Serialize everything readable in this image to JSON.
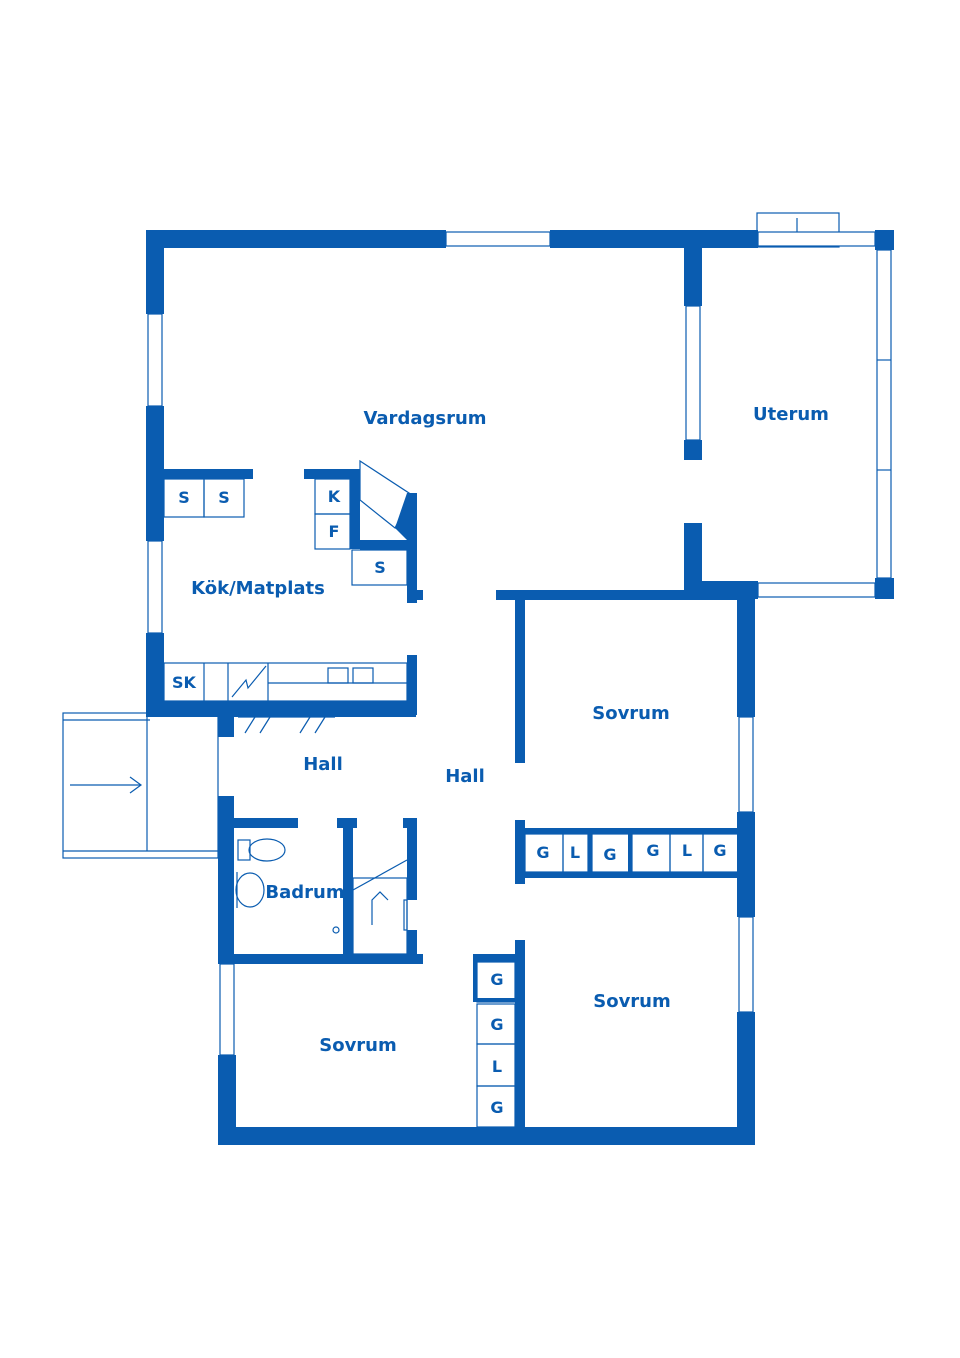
{
  "colors": {
    "wall": "#0a5cb0",
    "background": "#ffffff"
  },
  "rooms": {
    "vardagsrum": "Vardagsrum",
    "uterum": "Uterum",
    "kok": "Kök/Matplats",
    "hall_left": "Hall",
    "hall_center": "Hall",
    "sovrum_right_top": "Sovrum",
    "sovrum_right_bottom": "Sovrum",
    "sovrum_bottom_left": "Sovrum",
    "badrum": "Badrum"
  },
  "fixtures": {
    "kitchen_s1": "S",
    "kitchen_s2": "S",
    "kitchen_k": "K",
    "kitchen_f": "F",
    "kitchen_s3": "S",
    "kitchen_sk": "SK",
    "wardrobe_row": [
      "G",
      "L",
      "G",
      "G",
      "L",
      "G"
    ],
    "wardrobe_col": [
      "G",
      "G",
      "L",
      "G"
    ]
  }
}
